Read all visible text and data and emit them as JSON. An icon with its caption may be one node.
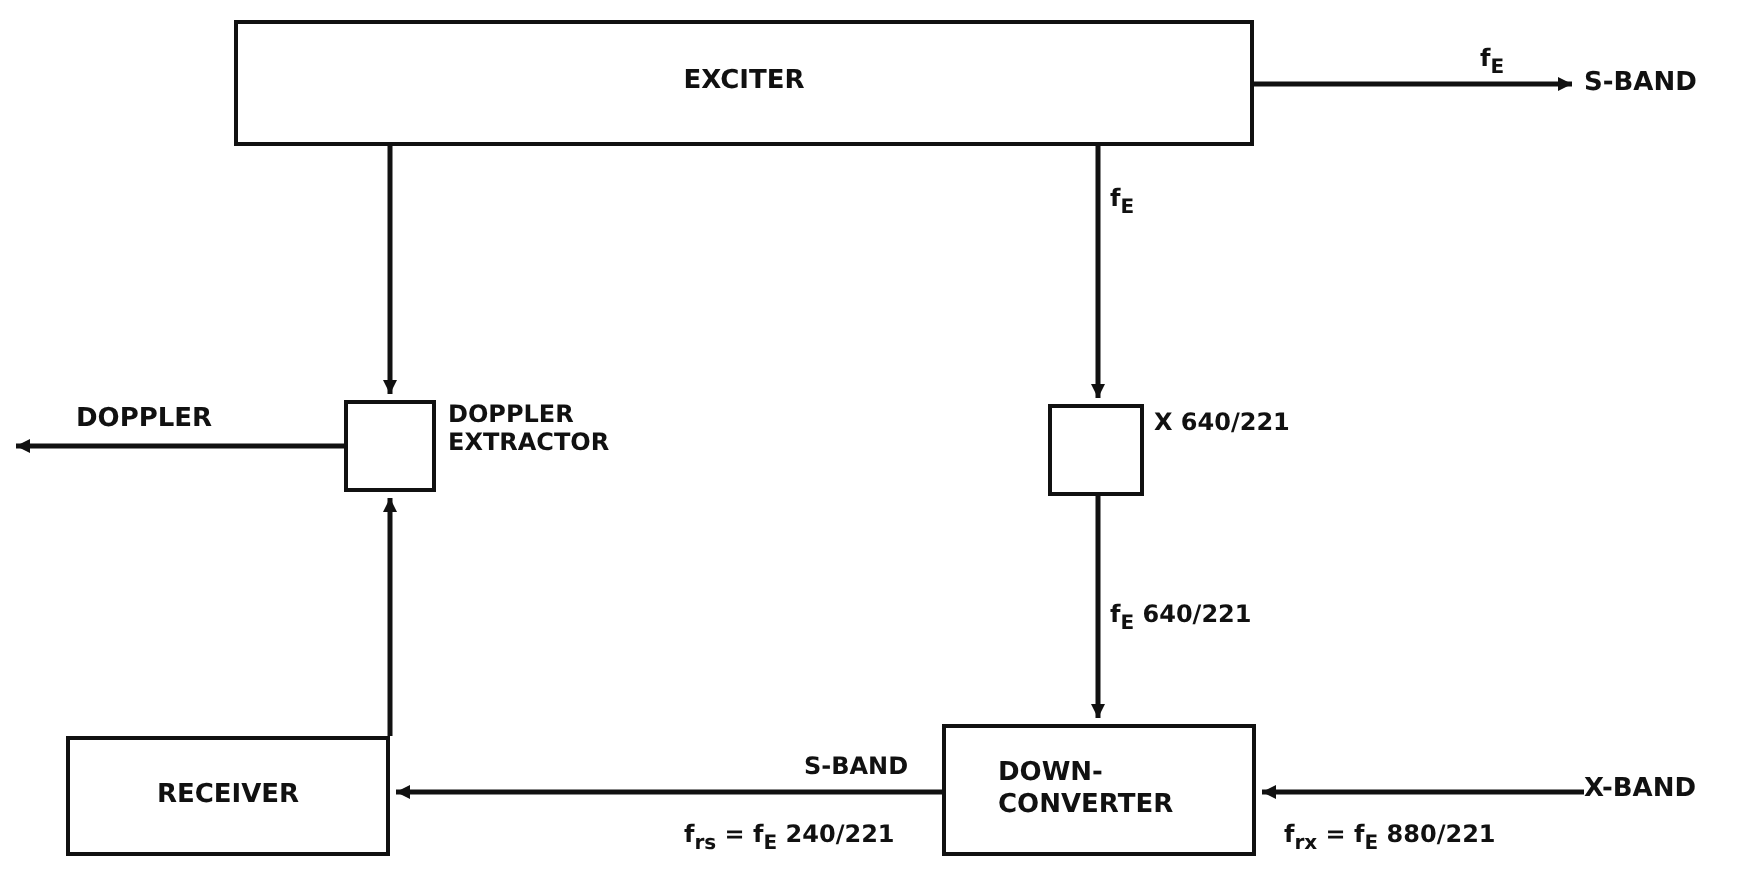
{
  "diagram": {
    "nodes": [
      {
        "text": [
          "EXCITER"
        ]
      },
      {
        "text": [
          "S-BAND"
        ]
      },
      {
        "text": [],
        "shape": "box",
        "beside": [
          "DOPPLER EXTRACTOR"
        ]
      },
      {
        "text": [
          "DOPPLER"
        ]
      },
      {
        "text": [],
        "shape": "box",
        "beside": [
          "X 640/221"
        ]
      },
      {
        "text": [
          "DOWN- CONVERTER"
        ]
      },
      {
        "text": [
          "X-BAND"
        ]
      },
      {
        "text": [
          "RECEIVER"
        ]
      }
    ],
    "edges": [
      {
        "from": 0,
        "to": 1,
        "arrow": "to",
        "label": "f$_{E}$"
      },
      {
        "from": 0,
        "to": 2,
        "arrow": "to"
      },
      {
        "from": 0,
        "to": 4,
        "arrow": "to",
        "label": "f$_{E}$"
      },
      {
        "from": 2,
        "to": 3,
        "arrow": "to"
      },
      {
        "from": 4,
        "to": 5,
        "arrow": "to",
        "label": "f$_{E}$ 640/221"
      },
      {
        "from": 6,
        "to": 5,
        "arrow": "to",
        "label": "f$_{rx}$ = f$_{E}$ 880/221"
      },
      {
        "from": 5,
        "to": 7,
        "arrow": "to",
        "label": "S-BAND"
      },
      {
        "from": 7,
        "to": 2,
        "arrow": "to"
      }
    ],
    "labels": [
      "f$_{rs}$ = f$_{E}$ 240/221"
    ]
  }
}
